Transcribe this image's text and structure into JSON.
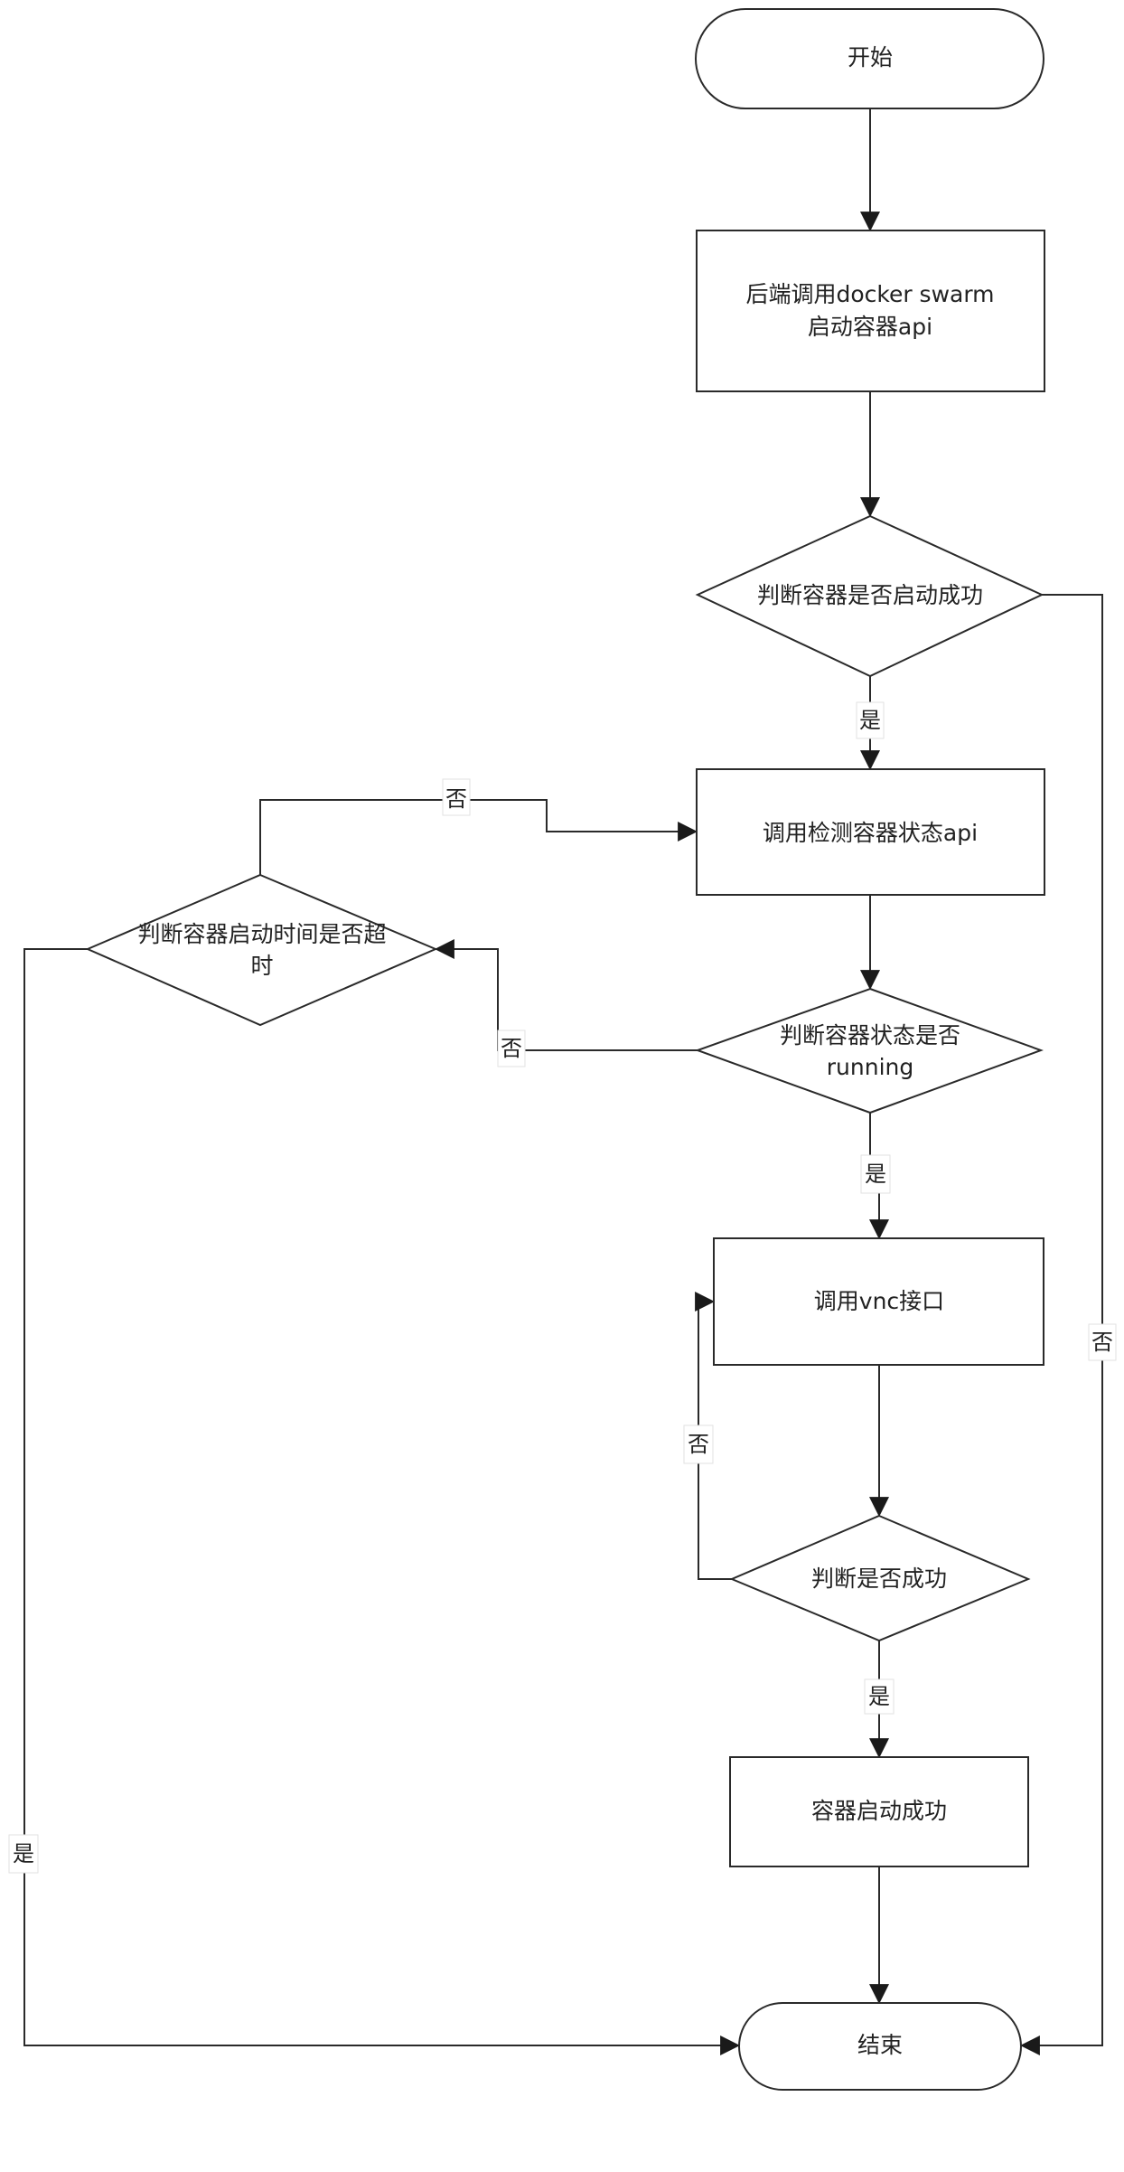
{
  "diagram": {
    "type": "flowchart",
    "nodes": {
      "start": {
        "kind": "terminal",
        "lines": [
          "开始"
        ]
      },
      "call_swarm": {
        "kind": "process",
        "lines": [
          "后端调用docker swarm",
          "启动容器api"
        ]
      },
      "check_started": {
        "kind": "decision",
        "lines": [
          "判断容器是否启动成功"
        ]
      },
      "call_status": {
        "kind": "process",
        "lines": [
          "调用检测容器状态api"
        ]
      },
      "check_timeout": {
        "kind": "decision",
        "lines": [
          "判断容器启动时间是否超",
          "时"
        ]
      },
      "check_running": {
        "kind": "decision",
        "lines": [
          "判断容器状态是否",
          "running"
        ]
      },
      "call_vnc": {
        "kind": "process",
        "lines": [
          "调用vnc接口"
        ]
      },
      "check_success": {
        "kind": "decision",
        "lines": [
          "判断是否成功"
        ]
      },
      "started_ok": {
        "kind": "process",
        "lines": [
          "容器启动成功"
        ]
      },
      "end": {
        "kind": "terminal",
        "lines": [
          "结束"
        ]
      }
    },
    "edges": [
      {
        "from": "start",
        "to": "call_swarm",
        "label": ""
      },
      {
        "from": "call_swarm",
        "to": "check_started",
        "label": ""
      },
      {
        "from": "check_started",
        "to": "call_status",
        "label": "是"
      },
      {
        "from": "check_started",
        "to": "end",
        "label": "否"
      },
      {
        "from": "call_status",
        "to": "check_running",
        "label": ""
      },
      {
        "from": "check_running",
        "to": "check_timeout",
        "label": "否"
      },
      {
        "from": "check_timeout",
        "to": "call_status",
        "label": "否"
      },
      {
        "from": "check_timeout",
        "to": "end",
        "label": "是"
      },
      {
        "from": "check_running",
        "to": "call_vnc",
        "label": "是"
      },
      {
        "from": "call_vnc",
        "to": "check_success",
        "label": ""
      },
      {
        "from": "check_success",
        "to": "call_vnc",
        "label": "否"
      },
      {
        "from": "check_success",
        "to": "started_ok",
        "label": "是"
      },
      {
        "from": "started_ok",
        "to": "end",
        "label": ""
      }
    ]
  }
}
